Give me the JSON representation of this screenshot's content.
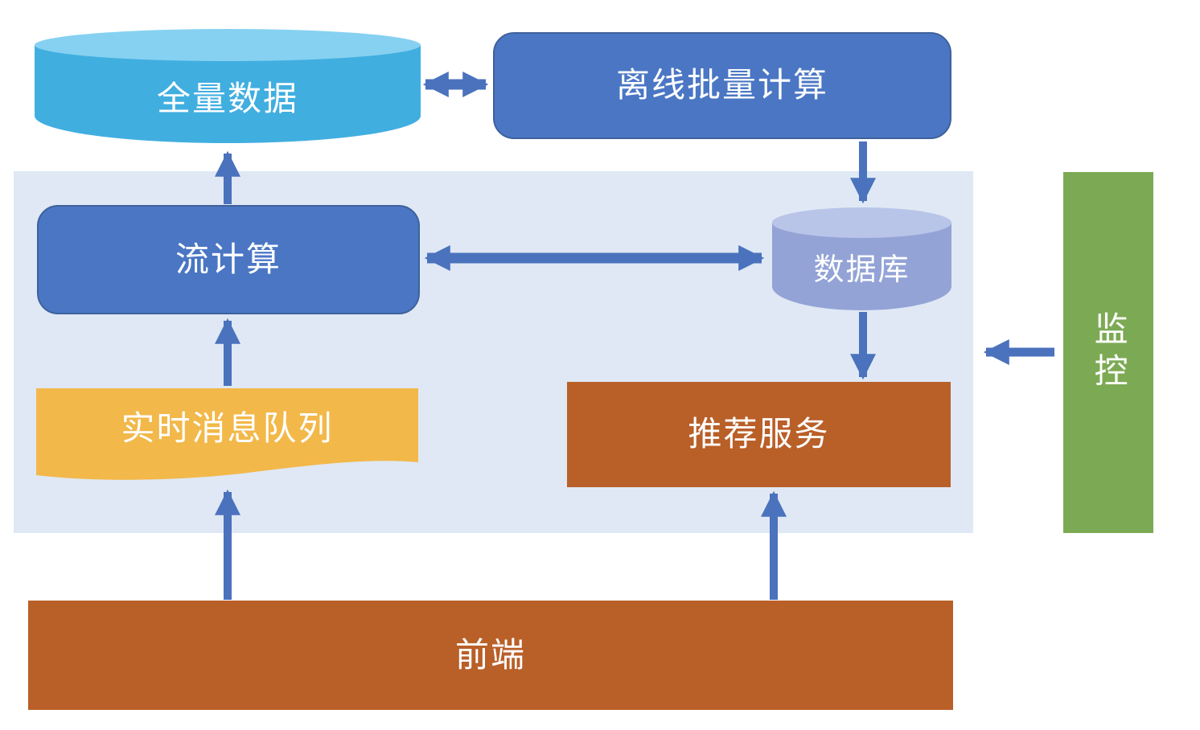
{
  "diagram": {
    "nodes": {
      "full_data": {
        "label": "全量数据",
        "shape": "cylinder",
        "color": "#41AEE0",
        "color_top": "#86D1F1"
      },
      "offline_batch": {
        "label": "离线批量计算",
        "shape": "rounded-rect",
        "color": "#4A76C4",
        "border": "#3E619B"
      },
      "stream_compute": {
        "label": "流计算",
        "shape": "rounded-rect",
        "color": "#4A76C4",
        "border": "#3E619B"
      },
      "database": {
        "label": "数据库",
        "shape": "cylinder",
        "color": "#93A3D6",
        "color_top": "#B9C4E9"
      },
      "realtime_queue": {
        "label": "实时消息队列",
        "shape": "wave",
        "color": "#F2B84A"
      },
      "recommend_service": {
        "label": "推荐服务",
        "shape": "rect",
        "color": "#B95F28"
      },
      "frontend": {
        "label": "前端",
        "shape": "rect",
        "color": "#B95F28"
      },
      "monitoring": {
        "label": "监控",
        "shape": "rect",
        "color": "#7CAA54",
        "text_orientation": "vertical"
      }
    },
    "panel": {
      "color": "#DFE8F4"
    },
    "colors": {
      "arrow": "#4A72BD",
      "text": "#FFFFFF",
      "background": "#FFFFFF"
    },
    "edges": [
      {
        "from": "full_data",
        "to": "offline_batch",
        "direction": "both"
      },
      {
        "from": "offline_batch",
        "to": "database",
        "direction": "down"
      },
      {
        "from": "stream_compute",
        "to": "full_data",
        "direction": "up"
      },
      {
        "from": "stream_compute",
        "to": "database",
        "direction": "both"
      },
      {
        "from": "realtime_queue",
        "to": "stream_compute",
        "direction": "up"
      },
      {
        "from": "database",
        "to": "recommend_service",
        "direction": "down"
      },
      {
        "from": "frontend",
        "to": "realtime_queue",
        "direction": "up"
      },
      {
        "from": "frontend",
        "to": "recommend_service",
        "direction": "up"
      },
      {
        "from": "monitoring",
        "to": "panel",
        "direction": "left"
      }
    ]
  }
}
